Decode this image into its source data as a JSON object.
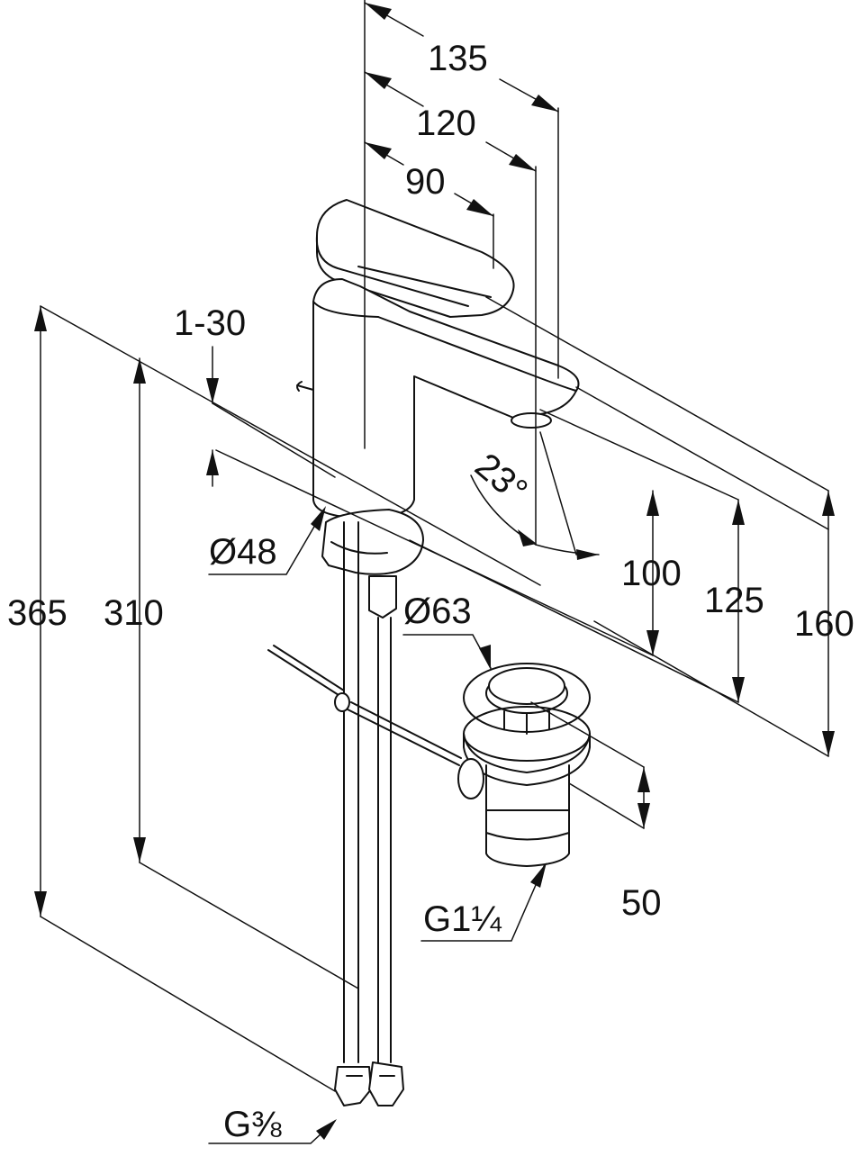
{
  "figure": "faucet-dimension-drawing",
  "dimensions": {
    "width_135": "135",
    "width_120": "120",
    "width_90": "90",
    "range_1_30": "1-30",
    "dia_48": "Ø48",
    "dia_63": "Ø63",
    "height_365": "365",
    "height_310": "310",
    "height_100": "100",
    "height_125": "125",
    "height_160": "160",
    "height_50": "50",
    "angle_23": "23°",
    "thread_g114": "G1¼",
    "thread_g38": "G⅜"
  }
}
